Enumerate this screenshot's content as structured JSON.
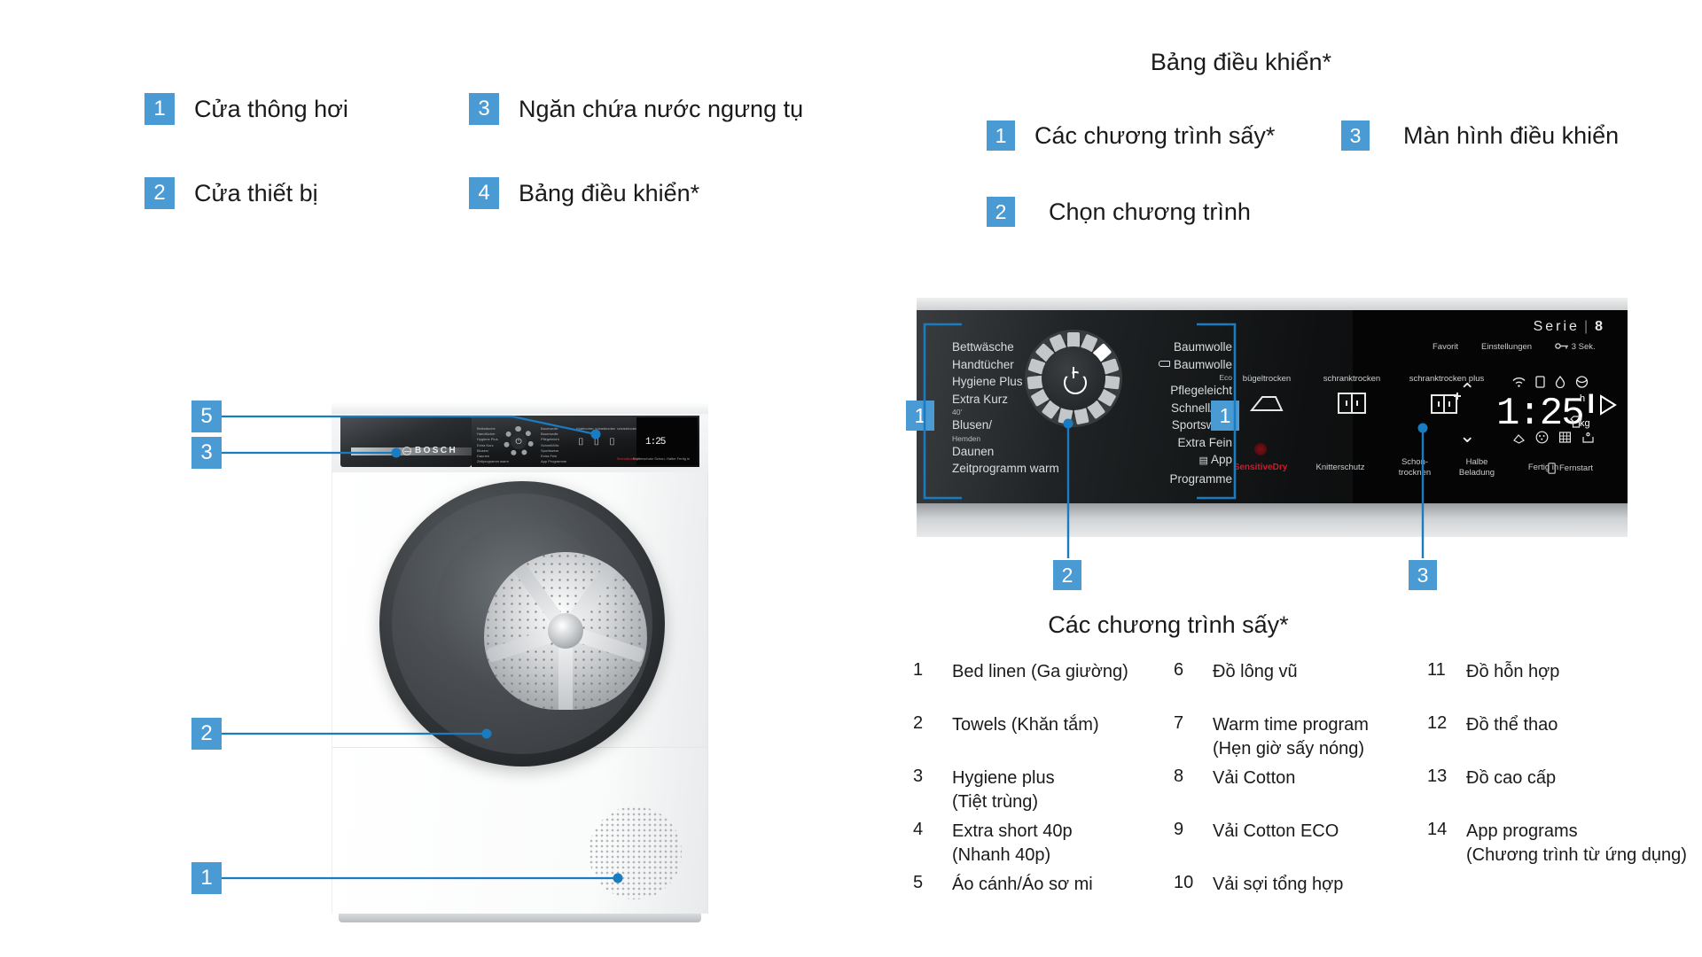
{
  "left_legend": [
    {
      "num": "1",
      "label": "Cửa thông hơi"
    },
    {
      "num": "2",
      "label": "Cửa thiết bị"
    },
    {
      "num": "3",
      "label": "Ngăn chứa nước ngưng tụ"
    },
    {
      "num": "4",
      "label": "Bảng điều khiển*"
    }
  ],
  "panel_section": {
    "title": "Bảng điều khiển*",
    "legend": [
      {
        "num": "1",
        "label": "Các chương trình sấy*"
      },
      {
        "num": "2",
        "label": "Chọn chương trình"
      },
      {
        "num": "3",
        "label": "Màn hình điều khiển"
      }
    ],
    "callouts": [
      {
        "num": "1",
        "target": "programs-left"
      },
      {
        "num": "1",
        "target": "dryness-levels"
      },
      {
        "num": "2",
        "target": "program-selector-dial"
      },
      {
        "num": "3",
        "target": "control-display"
      }
    ]
  },
  "dryer_callouts": [
    {
      "num": "5",
      "target": "control-panel"
    },
    {
      "num": "3",
      "target": "condensate-container"
    },
    {
      "num": "2",
      "target": "appliance-door"
    },
    {
      "num": "1",
      "target": "vent-flap"
    }
  ],
  "control_panel": {
    "brand": "BOSCH",
    "series_word": "Serie",
    "series_num": "8",
    "programs_left": [
      "Bettwäsche",
      "Handtücher",
      "Hygiene Plus",
      "Extra Kurz",
      "Blusen/",
      "Daunen",
      "Zeitprogramm warm"
    ],
    "programs_left_subs": {
      "extra_kurz": "40'",
      "blusen": "Hemden"
    },
    "programs_right": [
      "Baumwolle",
      "Baumwolle",
      "Pflegeleicht",
      "Schnell/Mix",
      "Sportswear",
      "Extra Fein",
      "App Programme"
    ],
    "programs_right_subs": {
      "baumwolle_eco": "Eco"
    },
    "dryness_levels": [
      {
        "label": "bügeltrocken",
        "icon": "iron-icon"
      },
      {
        "label": "schranktrocken",
        "icon": "cupboard-icon"
      },
      {
        "label": "schranktrocken plus",
        "icon": "cupboard-plus-icon"
      }
    ],
    "options_row": [
      "SensitiveDry",
      "Knitterschutz",
      "Schon-\ntrocknen",
      "Halbe\nBeladung",
      "Fertig in"
    ],
    "top_right_options": [
      "Favorit",
      "Einstellungen",
      "3 Sek."
    ],
    "remote_start": "Fernstart",
    "display": {
      "time": "1:25",
      "unit_hour": "h",
      "unit_kg": "kg"
    }
  },
  "programs_section": {
    "title": "Các chương trình sấy*",
    "items": [
      {
        "num": "1",
        "label": "Bed linen (Ga giường)"
      },
      {
        "num": "2",
        "label": "Towels (Khăn tắm)"
      },
      {
        "num": "3",
        "label": "Hygiene plus\n(Tiệt trùng)"
      },
      {
        "num": "4",
        "label": "Extra short 40p\n(Nhanh 40p)"
      },
      {
        "num": "5",
        "label": "Áo cánh/Áo sơ mi"
      },
      {
        "num": "6",
        "label": "Đồ lông vũ"
      },
      {
        "num": "7",
        "label": "Warm time program\n(Hẹn giờ sấy nóng)"
      },
      {
        "num": "8",
        "label": "Vải Cotton"
      },
      {
        "num": "9",
        "label": "Vải Cotton ECO"
      },
      {
        "num": "10",
        "label": "Vải sợi tổng hợp"
      },
      {
        "num": "11",
        "label": "Đồ hỗn hợp"
      },
      {
        "num": "12",
        "label": "Đồ thể thao"
      },
      {
        "num": "13",
        "label": "Đồ cao cấp"
      },
      {
        "num": "14",
        "label": "App programs\n(Chương trình từ ứng dụng)"
      }
    ]
  },
  "colors": {
    "accent_blue": "#4a9bd4",
    "leader_blue": "#1a7cc0",
    "text": "#1a1a1a",
    "red": "#d11b2a"
  }
}
